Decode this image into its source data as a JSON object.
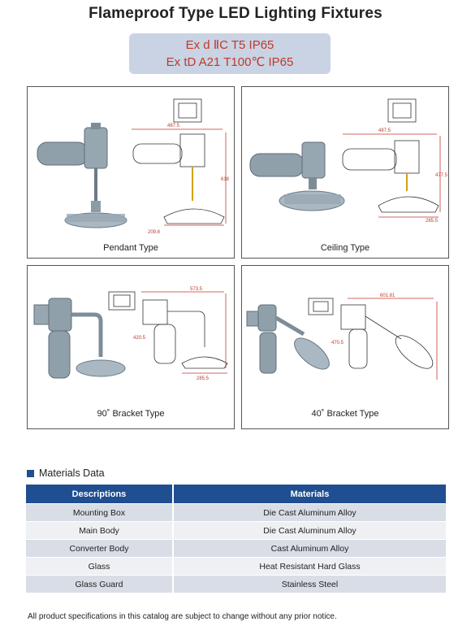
{
  "title": "Flameproof Type LED Lighting Fixtures",
  "rating": {
    "line1": "Ex d ⅡC T5 IP65",
    "line2": "Ex tD A21 T100℃ IP65"
  },
  "panels": [
    {
      "caption": "Pendant Type",
      "dims": [
        "487.5",
        "618",
        "209.8"
      ]
    },
    {
      "caption": "Ceiling Type",
      "dims": [
        "487.5",
        "477.5",
        "285.5"
      ]
    },
    {
      "caption": "90˚ Bracket Type",
      "dims": [
        "573.5",
        "420.5",
        "285.5"
      ]
    },
    {
      "caption": "40˚ Bracket Type",
      "dims": [
        "601.81",
        "470.5"
      ]
    }
  ],
  "materials": {
    "heading": "Materials Data",
    "columns": [
      "Descriptions",
      "Materials"
    ],
    "rows": [
      [
        "Mounting Box",
        "Die Cast Aluminum Alloy"
      ],
      [
        "Main Body",
        "Die Cast  Aluminum Alloy"
      ],
      [
        "Converter Body",
        "Cast  Aluminum Alloy"
      ],
      [
        "Glass",
        "Heat Resistant Hard Glass"
      ],
      [
        "Glass Guard",
        "Stainless Steel"
      ]
    ]
  },
  "footer": "All product specifications in this catalog are subject to change without any prior notice.",
  "colors": {
    "header_blue": "#1f4e91",
    "rating_bg": "#c9d3e3",
    "rating_text": "#c0392b",
    "fixture_gray": "#8fa0ab"
  }
}
